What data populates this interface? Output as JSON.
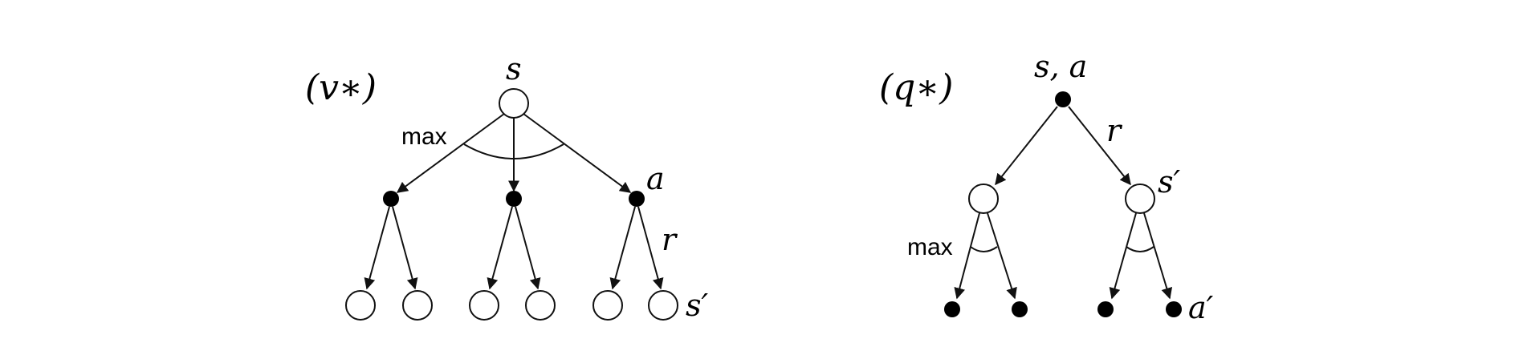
{
  "v_diagram": {
    "tag": "(v∗)",
    "root_label": "s",
    "max_label": "max",
    "action_label": "a",
    "reward_label": "r",
    "next_state_label": "s′"
  },
  "q_diagram": {
    "tag": "(q∗)",
    "root_label": "s, a",
    "max_label": "max",
    "reward_label": "r",
    "next_state_label": "s′",
    "next_action_label": "a′"
  }
}
